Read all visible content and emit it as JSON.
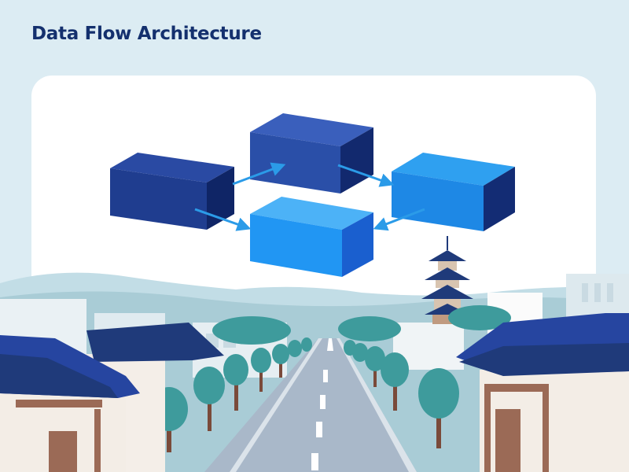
{
  "title": "Data Flow Architecture",
  "colors": {
    "title": "#14306e",
    "block_dark": "#1f3d8f",
    "block_medium": "#2a4fa8",
    "block_bright": "#1e88e5",
    "block_light": "#2196f3",
    "arrow": "#2b9be8",
    "background": "#dcecf3",
    "roof": "#1f3a7a",
    "tree": "#3e9b9c",
    "road": "#a9b8c9"
  },
  "diagram": {
    "nodes": [
      {
        "id": "node-left",
        "tone": "block_dark"
      },
      {
        "id": "node-top",
        "tone": "block_medium"
      },
      {
        "id": "node-right",
        "tone": "block_bright"
      },
      {
        "id": "node-center",
        "tone": "block_light"
      }
    ],
    "edges": [
      {
        "from": "node-left",
        "to": "node-top"
      },
      {
        "from": "node-top",
        "to": "node-right"
      },
      {
        "from": "node-left",
        "to": "node-center"
      },
      {
        "from": "node-right",
        "to": "node-center"
      }
    ]
  }
}
